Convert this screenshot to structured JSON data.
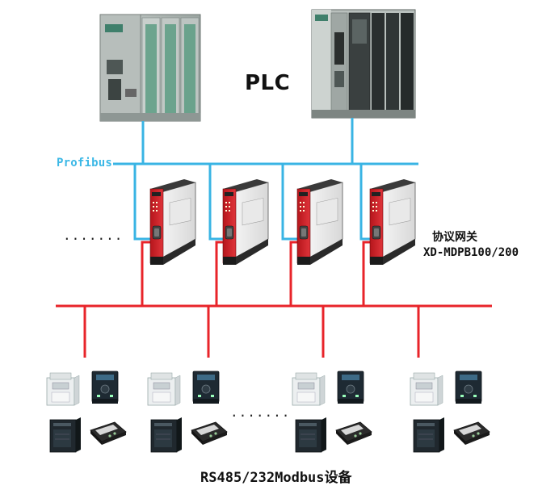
{
  "labels": {
    "plc": "PLC",
    "profibus": "Profibus",
    "gateway_cn": "协议网关",
    "gateway_model": "XD-MDPB100/200",
    "ellipsis_top": ".......",
    "ellipsis_bottom": ".......",
    "bottom": "RS485/232Modbus设备"
  },
  "colors": {
    "profibus_line": "#39b4e4",
    "rs485_line": "#e8242a",
    "gateway_body": "#d52128",
    "plc_green": "#4f8f74"
  },
  "icons": {
    "plc1": "siemens-s7-300-plc-icon",
    "plc2": "siemens-s7-400-plc-icon",
    "gateway": "protocol-gateway-icon",
    "meter": "power-meter-icon",
    "inverter": "frequency-inverter-icon",
    "drive": "drive-unit-icon",
    "controller": "controller-panel-icon"
  }
}
